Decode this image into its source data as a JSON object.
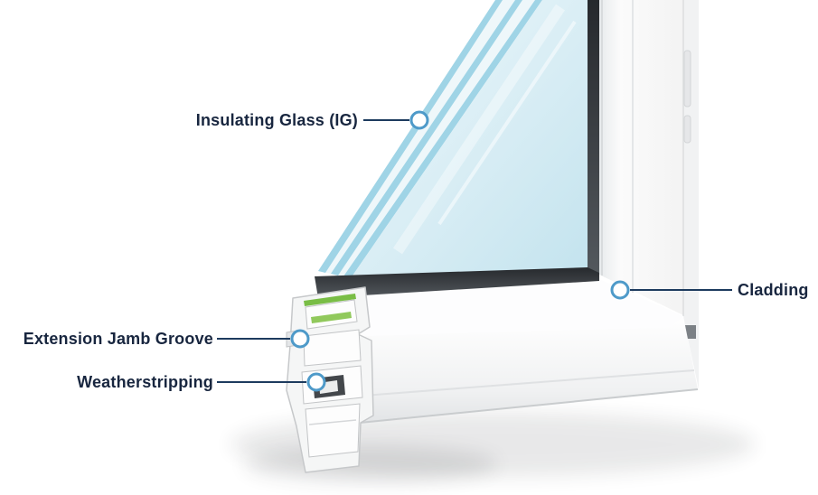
{
  "diagram": {
    "subject": "Window corner cross-section",
    "labels": {
      "insulating_glass": "Insulating Glass (IG)",
      "cladding": "Cladding",
      "extension_jamb_groove": "Extension Jamb Groove",
      "weatherstripping": "Weatherstripping"
    },
    "colors": {
      "label_text": "#18263f",
      "callout_line": "#1d3b5e",
      "marker_stroke": "#4e9ac9",
      "marker_fill": "#ffffff",
      "glass_tint": "#cfe9f3",
      "gasket_green": "#79bd45",
      "frame_white": "#f5f6f6"
    }
  }
}
